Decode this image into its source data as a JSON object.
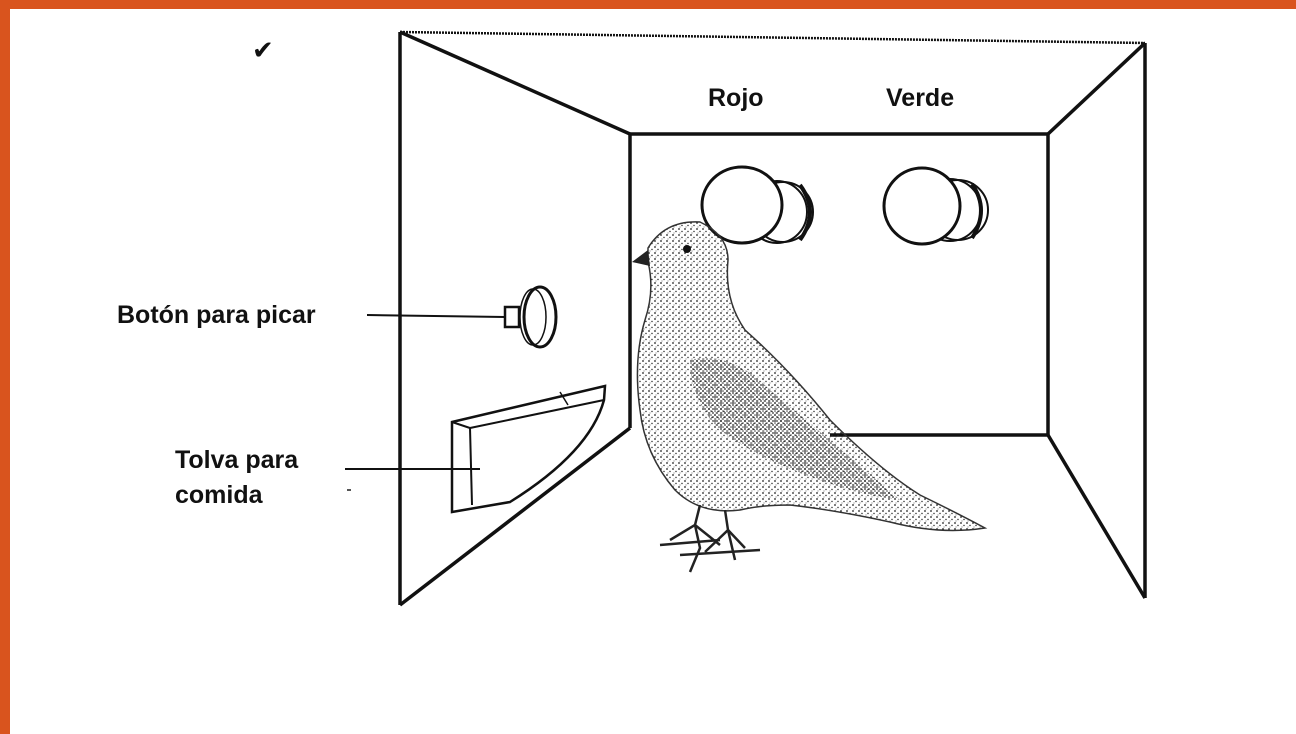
{
  "colors": {
    "frame_accent": "#d9541e",
    "ink": "#111111",
    "background": "#ffffff"
  },
  "labels": {
    "rojo": "Rojo",
    "verde": "Verde",
    "boton": "Botón para picar",
    "tolva_line1": "Tolva para",
    "tolva_line2": "comida"
  },
  "icons": {
    "checkmark": "✔"
  }
}
